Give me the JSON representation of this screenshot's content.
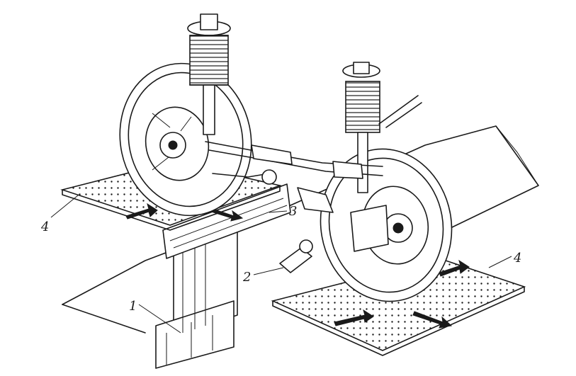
{
  "callouts": [
    {
      "id": "1",
      "label": "1"
    },
    {
      "id": "2",
      "label": "2"
    },
    {
      "id": "3",
      "label": "3"
    },
    {
      "id": "4-left",
      "label": "4"
    },
    {
      "id": "4-right",
      "label": "4"
    }
  ],
  "colors": {
    "ink": "#1a1a1a",
    "paper": "#ffffff"
  }
}
